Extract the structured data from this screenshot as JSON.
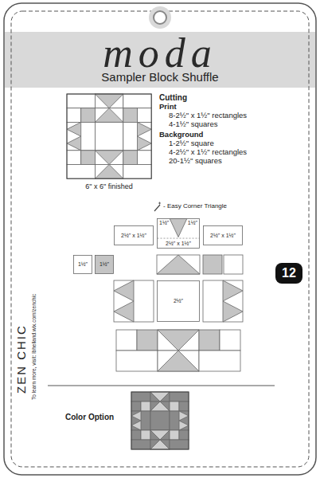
{
  "diagram": {
    "title": "Sampler Block Shuffle",
    "nodes": [
      {
        "text": [
          "2½\" x 1½\""
        ]
      },
      {
        "text": [
          "1½\"",
          "1½\"",
          "2½\" x 1½\""
        ]
      },
      {
        "text": [
          "2½\" x 1½\""
        ]
      },
      {
        "text": [
          "1½\""
        ]
      },
      {
        "text": [
          "1½\""
        ]
      },
      {
        "text": [
          "2½\""
        ]
      },
      {
        "text": [
          "12"
        ]
      }
    ],
    "labels": [
      "moda",
      "Cutting",
      "Print",
      "8-2½\" x 1½\" rectangles",
      "4-1½\" squares",
      "Background",
      "1-2½\" square",
      "4-2½\" x 1½\" rectangles",
      "20-1½\" squares",
      "- Easy Corner Triangle",
      "6\" x 6\" finished",
      "Color Option",
      "ZEN CHIC",
      "To learn more, visit: lbhelland.wix.com/zenchic"
    ]
  }
}
